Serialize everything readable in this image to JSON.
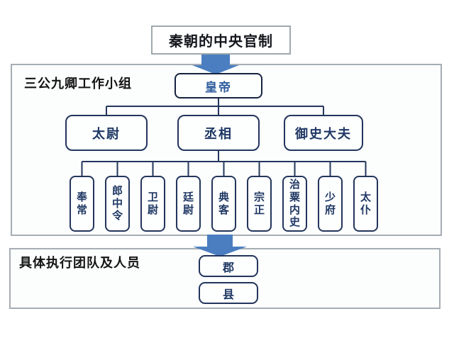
{
  "title": "秦朝的中央官制",
  "sections": {
    "middle": {
      "label": "三公九卿工作小组"
    },
    "bottom": {
      "label": "具体执行团队及人员"
    }
  },
  "nodes": {
    "emperor": "皇帝",
    "three_dukes": [
      "太尉",
      "丞相",
      "御史大夫"
    ],
    "nine_ministers": [
      "奉常",
      "郎中令",
      "卫尉",
      "廷尉",
      "典客",
      "宗正",
      "治粟内史",
      "少府",
      "太仆"
    ],
    "local_levels": [
      "郡",
      "县"
    ]
  },
  "colors": {
    "arrow_blue": "#4a7ec0",
    "node_border": "#22355c",
    "node_text": "#1f3864",
    "emperor_text": "#2e5c9e",
    "connector_line": "#24365c",
    "section_border": "#a6adb4",
    "label_text": "#141414"
  }
}
